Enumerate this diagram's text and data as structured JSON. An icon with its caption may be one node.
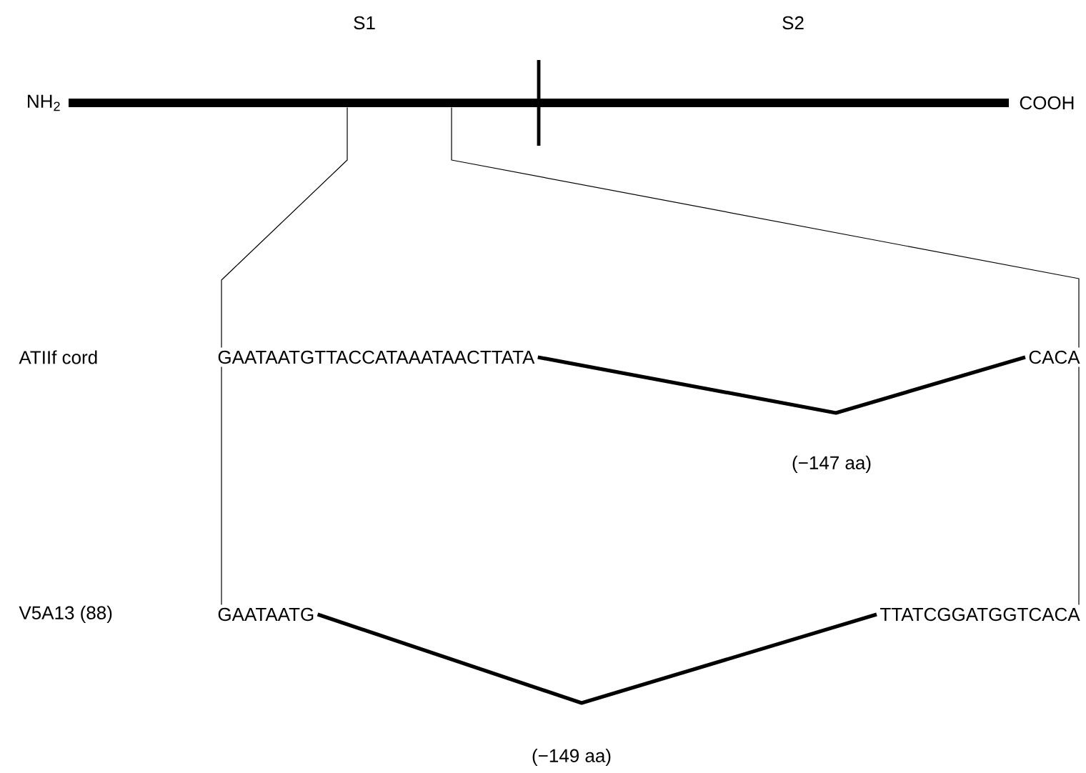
{
  "diagram": {
    "nodes": [
      {
        "text": [],
        "shape": "bar",
        "beside": [
          "NH$_{2}$",
          "COOH"
        ]
      },
      {
        "text": [
          "GAATAATGTTACCATAAATAACTTATA"
        ]
      },
      {
        "text": [
          "CACA"
        ]
      },
      {
        "text": [
          "GAATAATG"
        ]
      },
      {
        "text": [
          "TTATCGGATGGTCACA"
        ]
      }
    ],
    "edges": [
      {
        "from": 0,
        "to": 1,
        "arrow": "none"
      },
      {
        "from": 0,
        "to": 2,
        "arrow": "none"
      },
      {
        "from": 1,
        "to": 2,
        "arrow": "none",
        "style": "thick",
        "label": "(−147 aa)"
      },
      {
        "from": 1,
        "to": 3,
        "arrow": "none"
      },
      {
        "from": 2,
        "to": 4,
        "arrow": "none"
      },
      {
        "from": 3,
        "to": 4,
        "arrow": "none",
        "style": "thick",
        "label": "(−149 aa)"
      }
    ],
    "labels": [
      "S1",
      "S2",
      "ATIIf cord",
      "V5A13 (88)"
    ]
  }
}
